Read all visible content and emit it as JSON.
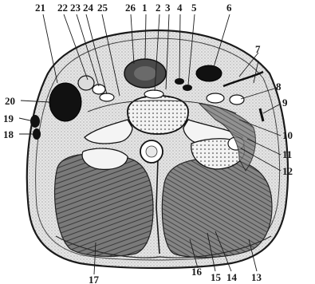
{
  "figure": {
    "labels": [
      "1",
      "2",
      "3",
      "4",
      "5",
      "6",
      "7",
      "8",
      "9",
      "10",
      "11",
      "12",
      "13",
      "14",
      "15",
      "16",
      "17",
      "18",
      "19",
      "20",
      "21",
      "22",
      "23",
      "24",
      "25",
      "26"
    ]
  }
}
